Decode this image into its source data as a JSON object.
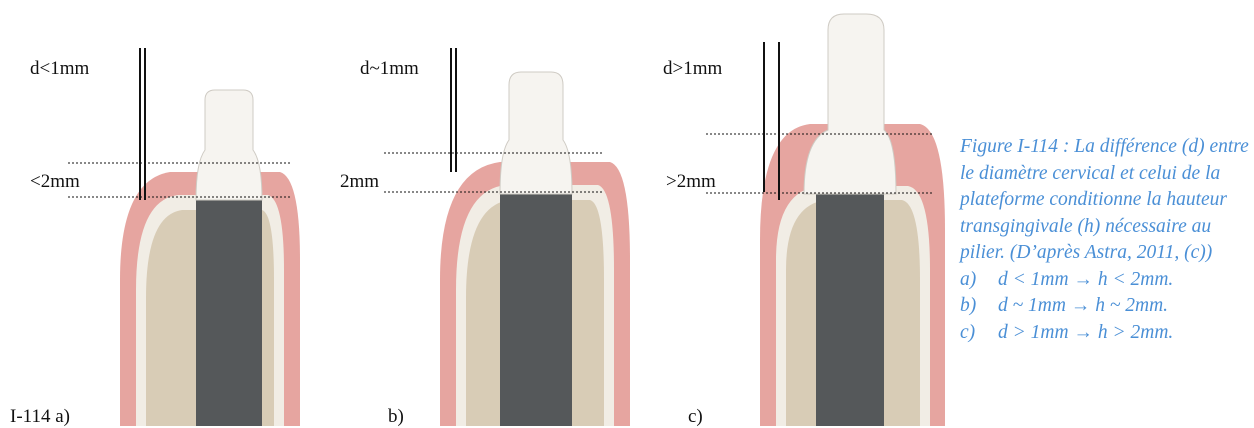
{
  "panels": [
    {
      "measure": "d<1mm",
      "height": "<2mm",
      "tag": "I-114 a)"
    },
    {
      "measure": "d~1mm",
      "height": "2mm",
      "tag": "b)"
    },
    {
      "measure": "d>1mm",
      "height": ">2mm",
      "tag": "c)"
    }
  ],
  "caption": {
    "text": "Figure I-114 : La différence (d) entre le diamètre cervical et celui de la plateforme conditionne la hauteur transgingivale  (h) nécessaire au pilier. (D’après Astra, 2011, (c))",
    "items": [
      {
        "letter": "a)",
        "text": "d < 1mm → h < 2mm."
      },
      {
        "letter": "b)",
        "text": "d ~ 1mm → h ~ 2mm."
      },
      {
        "letter": "c)",
        "text": "d > 1mm → h > 2mm."
      }
    ]
  },
  "colors": {
    "gum": "#e6a5a0",
    "bone": "#d8ccb6",
    "implant": "#55585a",
    "abutment": "#f6f4f0",
    "caption": "#4a8fd6"
  }
}
